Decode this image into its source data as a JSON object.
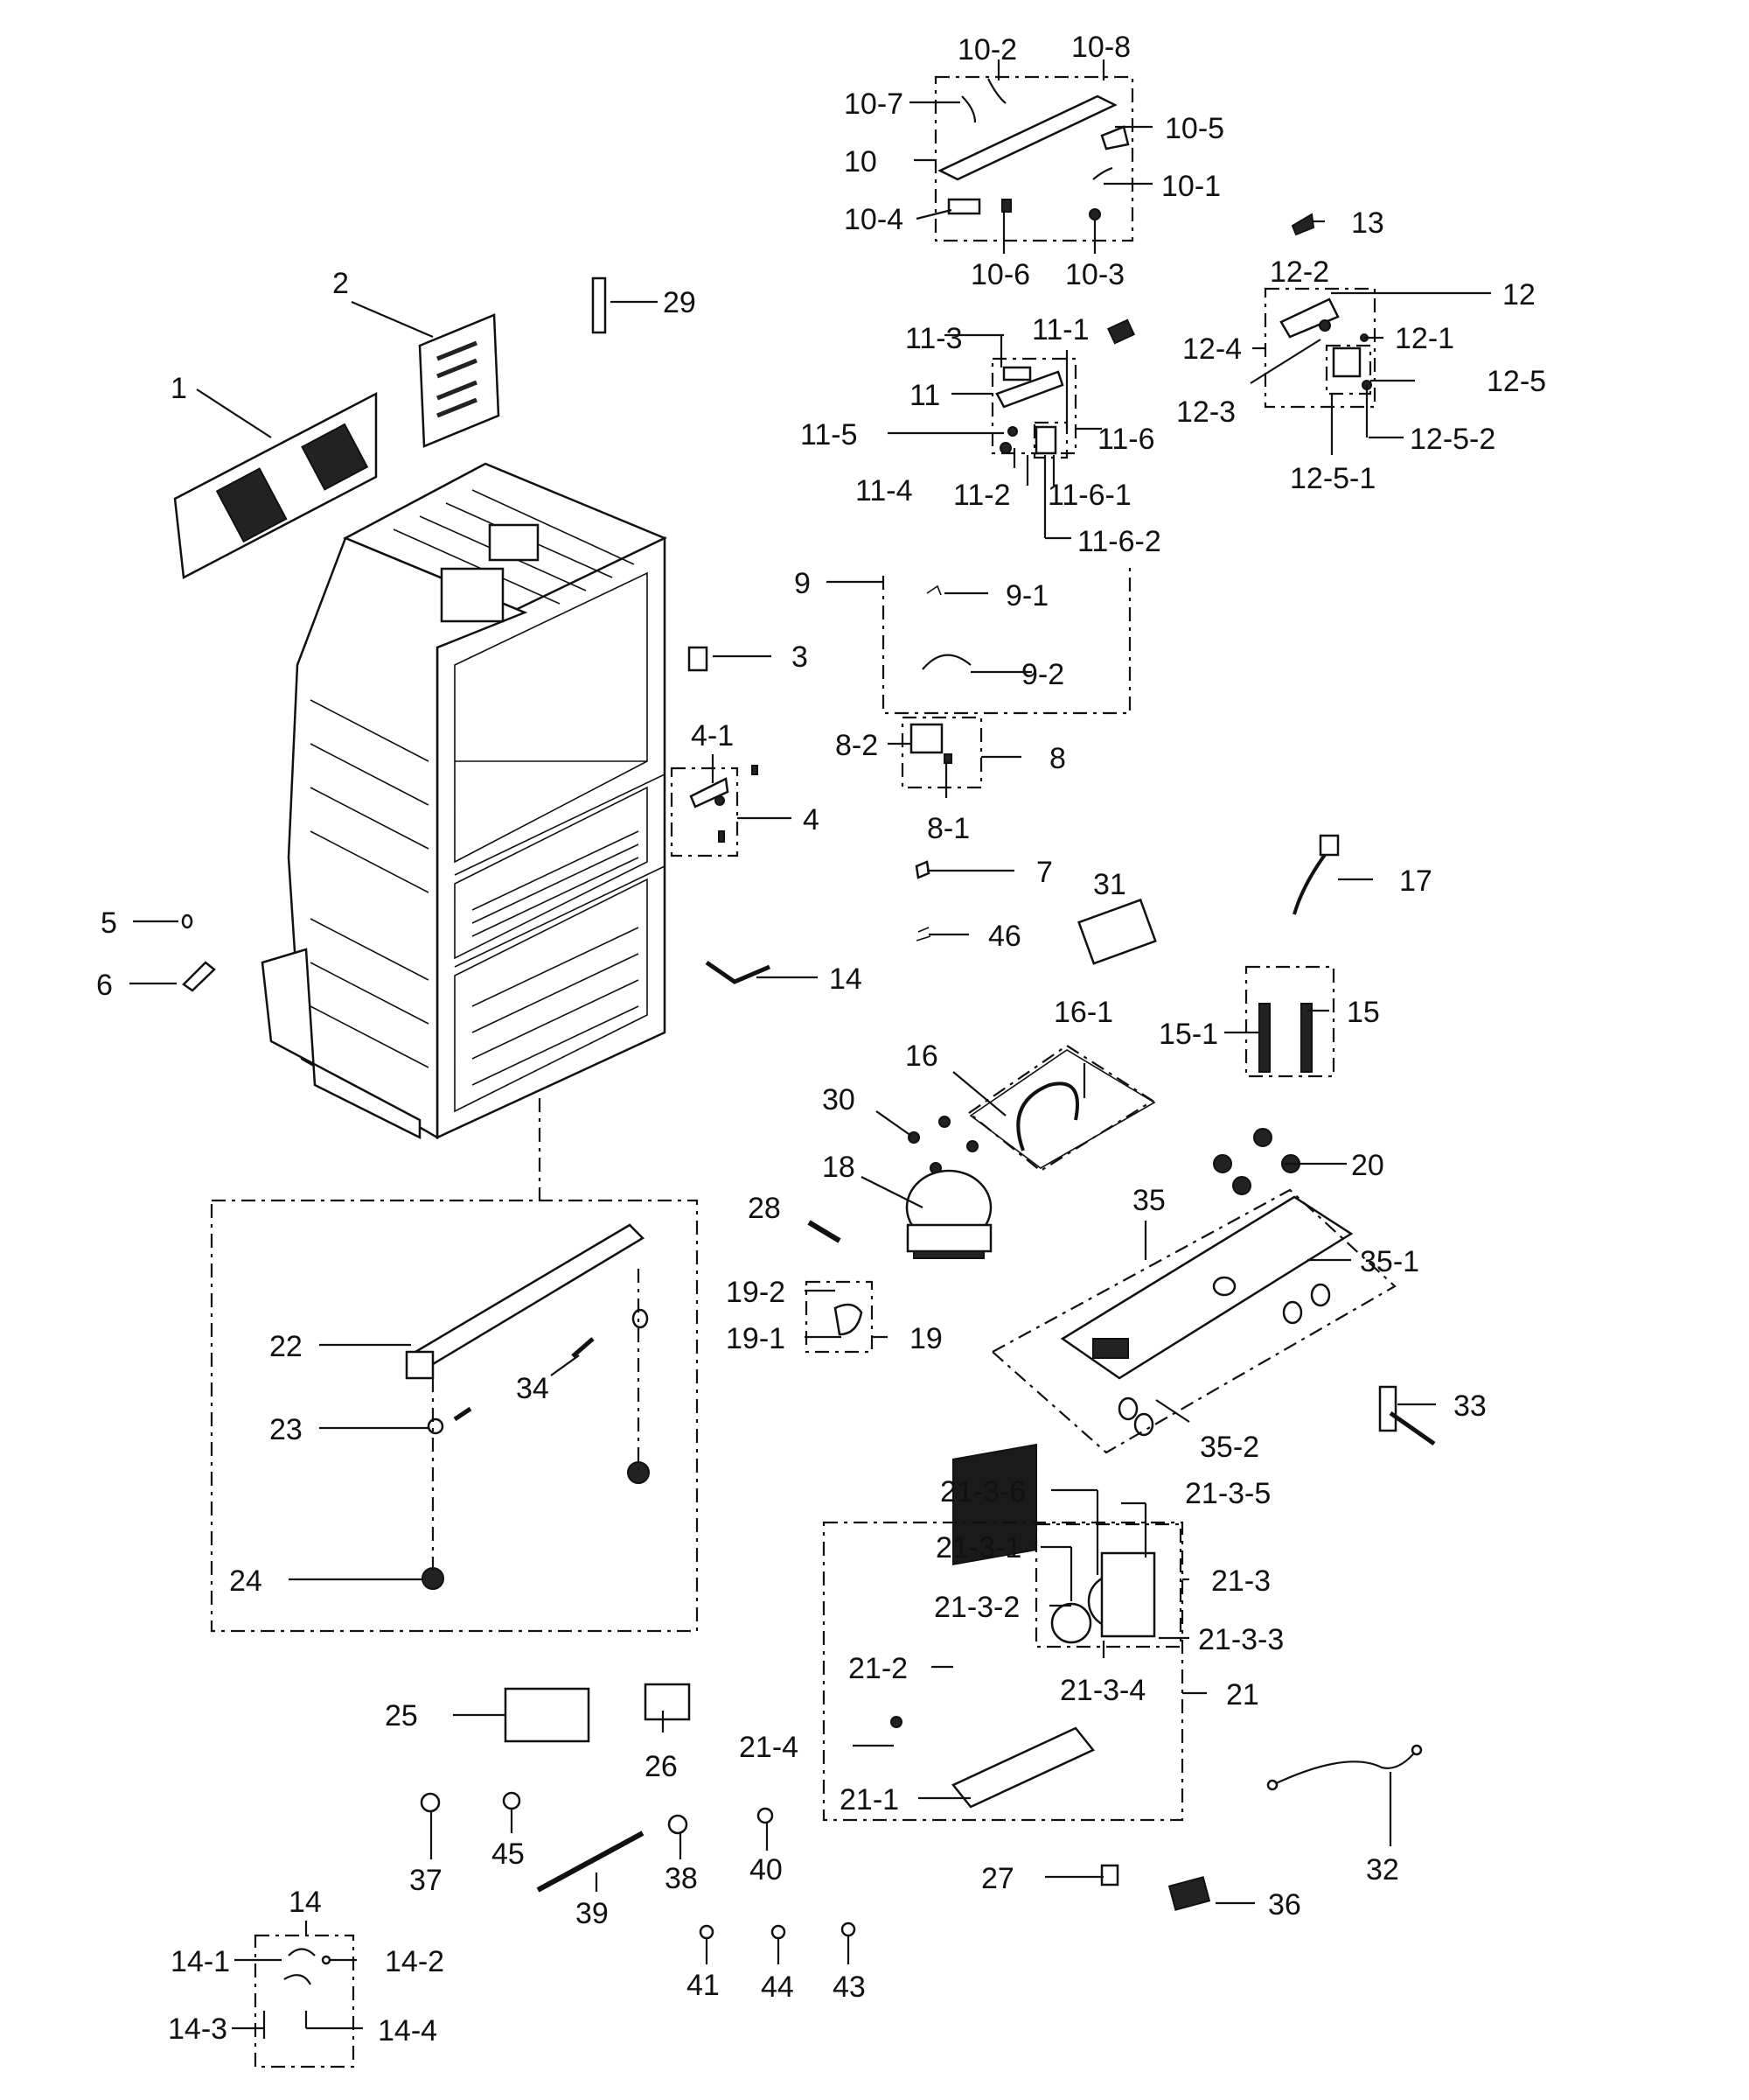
{
  "labels": {
    "p1": "1",
    "p2": "2",
    "p3": "3",
    "p4": "4",
    "p4_1": "4-1",
    "p5": "5",
    "p6": "6",
    "p7": "7",
    "p8": "8",
    "p8_1": "8-1",
    "p8_2": "8-2",
    "p9": "9",
    "p9_1": "9-1",
    "p9_2": "9-2",
    "p10": "10",
    "p10_1": "10-1",
    "p10_2": "10-2",
    "p10_3": "10-3",
    "p10_4": "10-4",
    "p10_5": "10-5",
    "p10_6": "10-6",
    "p10_7": "10-7",
    "p10_8": "10-8",
    "p11": "11",
    "p11_1": "11-1",
    "p11_2": "11-2",
    "p11_3": "11-3",
    "p11_4": "11-4",
    "p11_5": "11-5",
    "p11_6": "11-6",
    "p11_6_1": "11-6-1",
    "p11_6_2": "11-6-2",
    "p12": "12",
    "p12_1": "12-1",
    "p12_2": "12-2",
    "p12_3": "12-3",
    "p12_4": "12-4",
    "p12_5": "12-5",
    "p12_5_1": "12-5-1",
    "p12_5_2": "12-5-2",
    "p13": "13",
    "p14": "14",
    "p14b": "14",
    "p14_1": "14-1",
    "p14_2": "14-2",
    "p14_3": "14-3",
    "p14_4": "14-4",
    "p15": "15",
    "p15_1": "15-1",
    "p16": "16",
    "p16_1": "16-1",
    "p17": "17",
    "p18": "18",
    "p19": "19",
    "p19_1": "19-1",
    "p19_2": "19-2",
    "p20": "20",
    "p21": "21",
    "p21_1": "21-1",
    "p21_2": "21-2",
    "p21_3": "21-3",
    "p21_3_1": "21-3-1",
    "p21_3_2": "21-3-2",
    "p21_3_3": "21-3-3",
    "p21_3_4": "21-3-4",
    "p21_3_5": "21-3-5",
    "p21_3_6": "21-3-6",
    "p21_4": "21-4",
    "p22": "22",
    "p23": "23",
    "p24": "24",
    "p25": "25",
    "p26": "26",
    "p27": "27",
    "p28": "28",
    "p29": "29",
    "p30": "30",
    "p31": "31",
    "p32": "32",
    "p33": "33",
    "p34": "34",
    "p35": "35",
    "p35_1": "35-1",
    "p35_2": "35-2",
    "p36": "36",
    "p37": "37",
    "p38": "38",
    "p39": "39",
    "p40": "40",
    "p41": "41",
    "p43": "43",
    "p44": "44",
    "p45": "45",
    "p46": "46"
  }
}
